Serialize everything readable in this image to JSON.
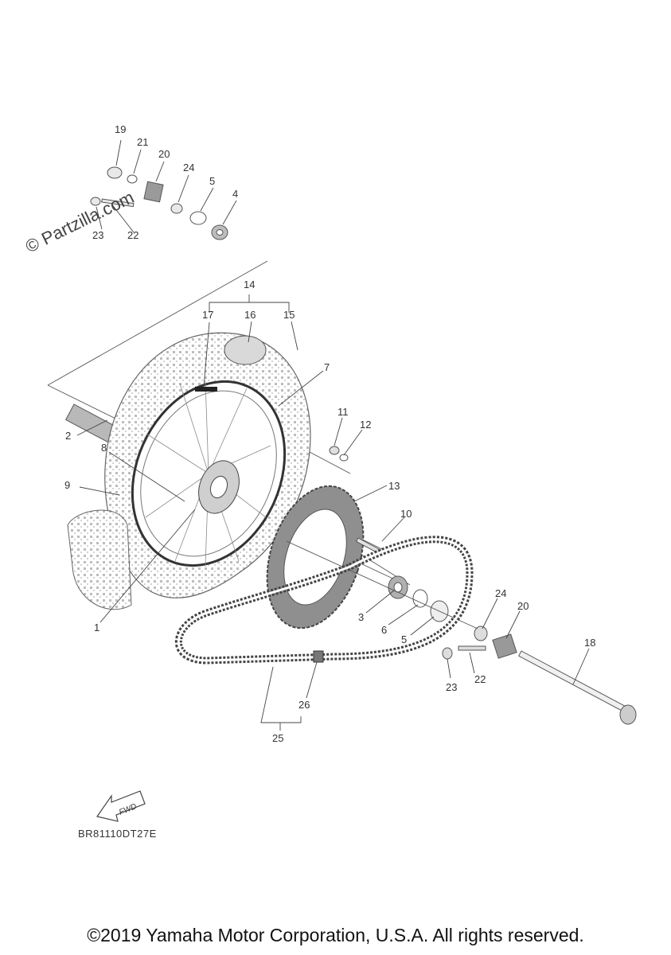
{
  "watermark": "© Partzilla.com",
  "fwd_label": "FWD",
  "drawing_code": "BR81110DT27E",
  "copyright": "©2019 Yamaha Motor Corporation, U.S.A. All rights reserved.",
  "callouts": [
    "19",
    "21",
    "20",
    "24",
    "5",
    "4",
    "22",
    "23",
    "14",
    "17",
    "16",
    "15",
    "7",
    "2",
    "8",
    "9",
    "11",
    "12",
    "13",
    "10",
    "1",
    "3",
    "6",
    "5",
    "24",
    "20",
    "18",
    "22",
    "23",
    "26",
    "25"
  ]
}
